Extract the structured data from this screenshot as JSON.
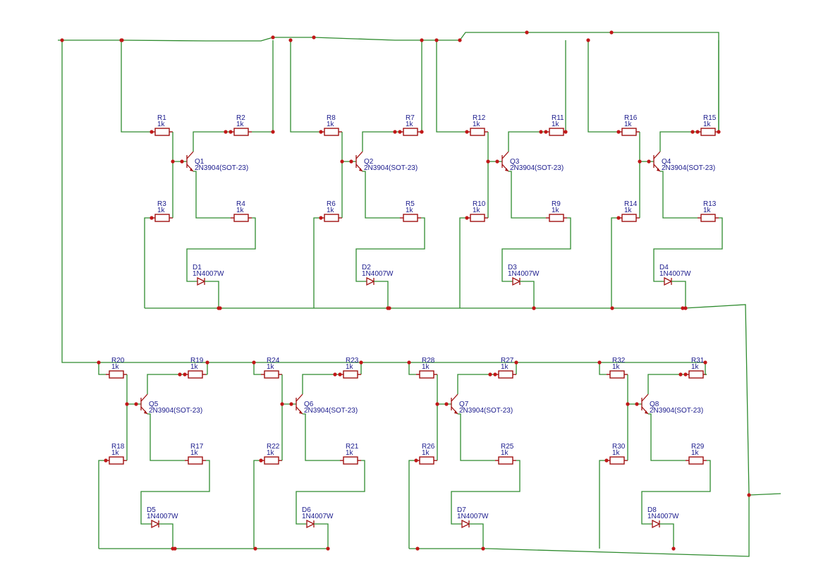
{
  "colors": {
    "wire": "#2e8b2e",
    "component": "#a01010",
    "label": "#1a1a8c",
    "junction": "#c01818"
  },
  "cells": [
    {
      "q": {
        "ref": "Q1",
        "value": "2N3904(SOT-23)"
      },
      "rA": {
        "ref": "R1",
        "value": "1k"
      },
      "rB": {
        "ref": "R2",
        "value": "1k"
      },
      "rC": {
        "ref": "R3",
        "value": "1k"
      },
      "rD": {
        "ref": "R4",
        "value": "1k"
      },
      "d": {
        "ref": "D1",
        "value": "1N4007W"
      }
    },
    {
      "q": {
        "ref": "Q2",
        "value": "2N3904(SOT-23)"
      },
      "rA": {
        "ref": "R8",
        "value": "1k"
      },
      "rB": {
        "ref": "R7",
        "value": "1k"
      },
      "rC": {
        "ref": "R6",
        "value": "1k"
      },
      "rD": {
        "ref": "R5",
        "value": "1k"
      },
      "d": {
        "ref": "D2",
        "value": "1N4007W"
      }
    },
    {
      "q": {
        "ref": "Q3",
        "value": "2N3904(SOT-23)"
      },
      "rA": {
        "ref": "R12",
        "value": "1k"
      },
      "rB": {
        "ref": "R11",
        "value": "1k"
      },
      "rC": {
        "ref": "R10",
        "value": "1k"
      },
      "rD": {
        "ref": "R9",
        "value": "1k"
      },
      "d": {
        "ref": "D3",
        "value": "1N4007W"
      }
    },
    {
      "q": {
        "ref": "Q4",
        "value": "2N3904(SOT-23)"
      },
      "rA": {
        "ref": "R16",
        "value": "1k"
      },
      "rB": {
        "ref": "R15",
        "value": "1k"
      },
      "rC": {
        "ref": "R14",
        "value": "1k"
      },
      "rD": {
        "ref": "R13",
        "value": "1k"
      },
      "d": {
        "ref": "D4",
        "value": "1N4007W"
      }
    },
    {
      "q": {
        "ref": "Q5",
        "value": "2N3904(SOT-23)"
      },
      "rA": {
        "ref": "R20",
        "value": "1k"
      },
      "rB": {
        "ref": "R19",
        "value": "1k"
      },
      "rC": {
        "ref": "R18",
        "value": "1k"
      },
      "rD": {
        "ref": "R17",
        "value": "1k"
      },
      "d": {
        "ref": "D5",
        "value": "1N4007W"
      }
    },
    {
      "q": {
        "ref": "Q6",
        "value": "2N3904(SOT-23)"
      },
      "rA": {
        "ref": "R24",
        "value": "1k"
      },
      "rB": {
        "ref": "R23",
        "value": "1k"
      },
      "rC": {
        "ref": "R22",
        "value": "1k"
      },
      "rD": {
        "ref": "R21",
        "value": "1k"
      },
      "d": {
        "ref": "D6",
        "value": "1N4007W"
      }
    },
    {
      "q": {
        "ref": "Q7",
        "value": "2N3904(SOT-23)"
      },
      "rA": {
        "ref": "R28",
        "value": "1k"
      },
      "rB": {
        "ref": "R27",
        "value": "1k"
      },
      "rC": {
        "ref": "R26",
        "value": "1k"
      },
      "rD": {
        "ref": "R25",
        "value": "1k"
      },
      "d": {
        "ref": "D7",
        "value": "1N4007W"
      }
    },
    {
      "q": {
        "ref": "Q8",
        "value": "2N3904(SOT-23)"
      },
      "rA": {
        "ref": "R32",
        "value": "1k"
      },
      "rB": {
        "ref": "R31",
        "value": "1k"
      },
      "rC": {
        "ref": "R30",
        "value": "1k"
      },
      "rD": {
        "ref": "R29",
        "value": "1k"
      },
      "d": {
        "ref": "D8",
        "value": "1N4007W"
      }
    }
  ]
}
